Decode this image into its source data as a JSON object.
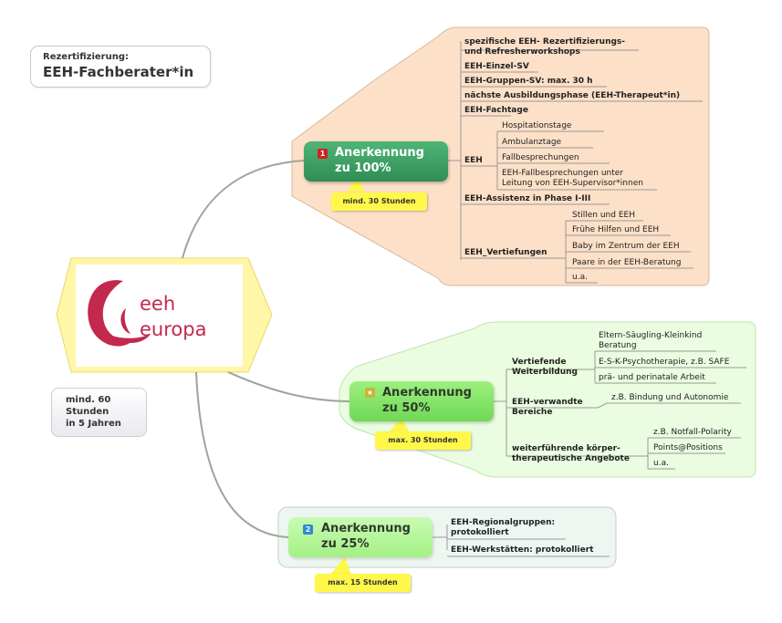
{
  "title": {
    "line1": "Rezertifizierung:",
    "line2": "EEH-Fachberater*in"
  },
  "central": {
    "logo_text_1": "eeh",
    "logo_text_2": "europa",
    "colors": {
      "logo_red": "#c2294d",
      "frame_yellow": "#fff6a8"
    }
  },
  "hours_box": {
    "text": "mind. 60\nStunden\nin 5 Jahren"
  },
  "branch_100": {
    "badge": "1",
    "title_line1": "Anerkennung",
    "title_line2": "zu 100%",
    "callout": "mind. 30 Stunden",
    "items": {
      "workshops": "spezifische EEH- Rezertifizierungs-\nund Refresherworkshops",
      "einzel_sv": "EEH-Einzel-SV",
      "gruppen_sv": "EEH-Gruppen-SV: max. 30 h",
      "ausbildung": "nächste Ausbildungsphase (EEH-Therapeut*in)",
      "fachtage": "EEH-Fachtage",
      "eeh": "EEH",
      "eeh_children": [
        "Hospitationstage",
        "Ambulanztage",
        "Fallbesprechungen",
        "EEH-Fallbesprechungen unter\nLeitung von EEH-Supervisor*innen"
      ],
      "assistenz": "EEH-Assistenz in Phase I-III",
      "vertiefungen": "EEH_Vertiefungen",
      "vertiefungen_children": [
        "Stillen und EEH",
        "Frühe Hilfen und EEH",
        "Baby im Zentrum der EEH",
        "Paare in der EEH-Beratung",
        "u.a."
      ]
    },
    "colors": {
      "node": "#3a9c60",
      "bg": "#fde0c8"
    }
  },
  "branch_50": {
    "badge": "★",
    "title_line1": "Anerkennung",
    "title_line2": "zu 50%",
    "callout": "max. 30 Stunden",
    "items": {
      "vertiefende": "Vertiefende\nWeiterbildung",
      "vertiefende_children": [
        "Eltern-Säugling-Kleinkind\nBeratung",
        "E-S-K-Psychotherapie, z.B. SAFE",
        "prä- und perinatale Arbeit"
      ],
      "verwandte": "EEH-verwandte\nBereiche",
      "verwandte_children": [
        "z.B. Bindung und Autonomie"
      ],
      "koerper": "weiterführende körper-\ntherapeutische Angebote",
      "koerper_children": [
        "z.B. Notfall-Polarity",
        "Points@Positions",
        "u.a."
      ]
    },
    "colors": {
      "node": "#7de05f",
      "bg": "#eafde0"
    }
  },
  "branch_25": {
    "badge": "2",
    "title_line1": "Anerkennung",
    "title_line2": "zu 25%",
    "callout": "max. 15 Stunden",
    "items": {
      "regional": "EEH-Regionalgruppen:\nprotokolliert",
      "werkstaetten": "EEH-Werkstätten: protokolliert"
    },
    "colors": {
      "node": "#b6f59a",
      "bg": "#eef6f2"
    }
  }
}
